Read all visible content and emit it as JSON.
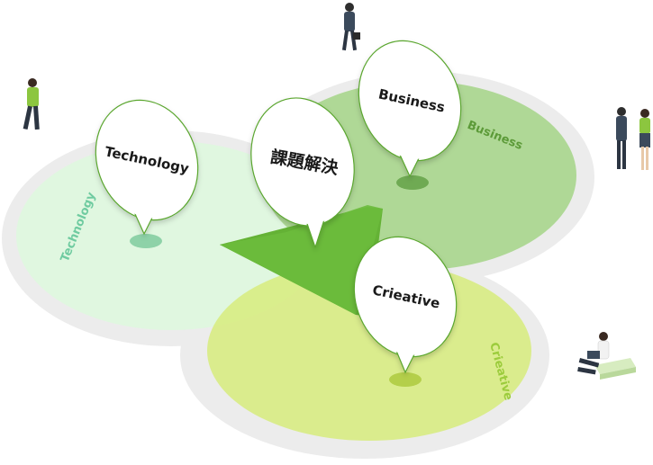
{
  "diagram": {
    "center_bubble": {
      "label": "課題解決"
    },
    "bubbles": [
      {
        "key": "technology",
        "label": "Technology"
      },
      {
        "key": "business",
        "label": "Business"
      },
      {
        "key": "creative",
        "label": "Crieative"
      }
    ],
    "ring_labels": {
      "technology": "Technology",
      "business": "Business",
      "creative": "Crieative"
    }
  },
  "colors": {
    "technology_fill": "#dff8df",
    "business_fill": "#a6d58a",
    "creative_fill": "#d7ec7c",
    "base_ring": "#ebebeb",
    "arrow": "#5aa62e",
    "technology_text": "#6fcba0",
    "business_text": "#5c9a38",
    "creative_text": "#9ccc3c"
  }
}
